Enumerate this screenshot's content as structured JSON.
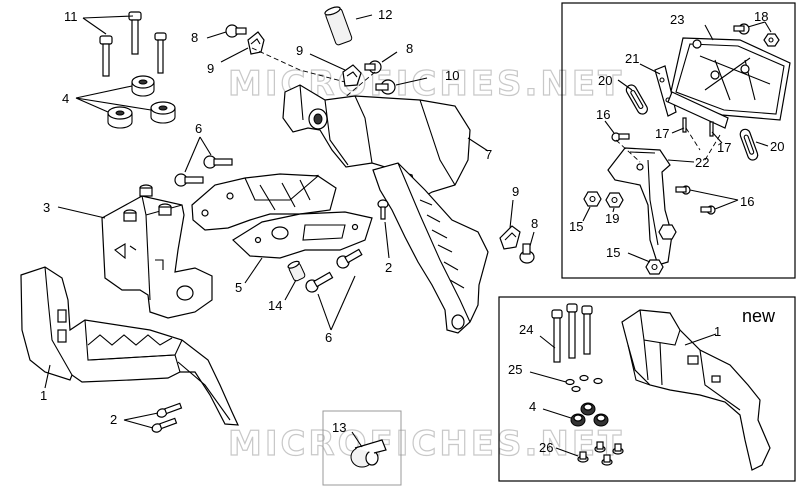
{
  "watermark": {
    "text_top": "MICROFICHES.NET",
    "text_bottom": "MICROFICHES.NET"
  },
  "inset_new": {
    "label": "new"
  },
  "labels": {
    "c1": "1",
    "c2a": "2",
    "c2b": "2",
    "c3": "3",
    "c4": "4",
    "c5": "5",
    "c6a": "6",
    "c6b": "6",
    "c7": "7",
    "c8a": "8",
    "c8b": "8",
    "c8c": "8",
    "c9a": "9",
    "c9b": "9",
    "c9c": "9",
    "c10": "10",
    "c11": "11",
    "c12": "12",
    "c13": "13",
    "c14": "14",
    "r15a": "15",
    "r15b": "15",
    "r16a": "16",
    "r16b": "16",
    "r17a": "17",
    "r17b": "17",
    "r18": "18",
    "r19": "19",
    "r20a": "20",
    "r20b": "20",
    "r21": "21",
    "r22": "22",
    "r23": "23",
    "n1": "1",
    "n4": "4",
    "n24": "24",
    "n25": "25",
    "n26": "26"
  },
  "icons": {
    "screw": "screw-icon",
    "bushing": "rubber-bushing-icon",
    "spacer": "spacer-tube-icon",
    "clip": "spring-clip-icon",
    "nut": "hex-nut-icon",
    "washer": "washer-icon"
  }
}
